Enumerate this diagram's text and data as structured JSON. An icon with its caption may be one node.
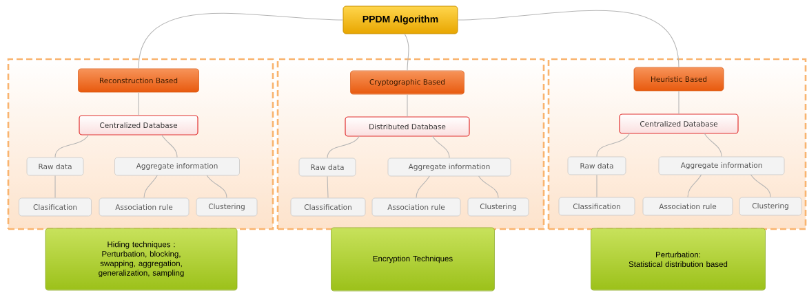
{
  "diagram": {
    "nodes": [
      {
        "text": [
          "PPDM Algorithm"
        ]
      },
      {
        "text": [],
        "shape": "box"
      },
      {
        "text": [
          "Reconstruction Based"
        ],
        "in": 1
      },
      {
        "text": [
          "Centralized Database"
        ],
        "in": 1
      },
      {
        "text": [
          "Raw data"
        ],
        "in": 1
      },
      {
        "text": [
          "Aggregate information"
        ],
        "in": 1
      },
      {
        "text": [
          "Clasification"
        ],
        "in": 1
      },
      {
        "text": [
          "Association rule"
        ],
        "in": 1
      },
      {
        "text": [
          "Clustering"
        ],
        "in": 1
      },
      {
        "text": [
          "Hiding techniques :",
          "Perturbation, blocking, swapping, aggregation, generalization, sampling"
        ]
      },
      {
        "text": [],
        "shape": "box"
      },
      {
        "text": [
          "Cryptographic Based"
        ],
        "in": 10
      },
      {
        "text": [
          "Distributed Database"
        ],
        "in": 10
      },
      {
        "text": [
          "Raw data"
        ],
        "in": 10
      },
      {
        "text": [
          "Aggregate information"
        ],
        "in": 10
      },
      {
        "text": [
          "Classification"
        ],
        "in": 10
      },
      {
        "text": [
          "Association rule"
        ],
        "in": 10
      },
      {
        "text": [
          "Clustering"
        ],
        "in": 10
      },
      {
        "text": [
          "Encryption Techniques"
        ]
      },
      {
        "text": [],
        "shape": "box"
      },
      {
        "text": [
          "Heuristic Based"
        ],
        "in": 19
      },
      {
        "text": [
          "Centralized Database"
        ],
        "in": 19
      },
      {
        "text": [
          "Raw data"
        ],
        "in": 19
      },
      {
        "text": [
          "Aggregate information"
        ],
        "in": 19
      },
      {
        "text": [
          "Classification"
        ],
        "in": 19
      },
      {
        "text": [
          "Association rule"
        ],
        "in": 19
      },
      {
        "text": [
          "Clustering"
        ],
        "in": 19
      },
      {
        "text": [
          "Perturbation:",
          "Statistical distribution based"
        ]
      }
    ],
    "edges": [
      {
        "from": 0,
        "to": 2,
        "arrow": "none"
      },
      {
        "from": 2,
        "to": 3,
        "arrow": "none"
      },
      {
        "from": 3,
        "to": 4,
        "arrow": "none"
      },
      {
        "from": 3,
        "to": 5,
        "arrow": "none"
      },
      {
        "from": 4,
        "to": 6,
        "arrow": "none"
      },
      {
        "from": 5,
        "to": 7,
        "arrow": "none"
      },
      {
        "from": 5,
        "to": 8,
        "arrow": "none"
      },
      {
        "from": 0,
        "to": 11,
        "arrow": "none"
      },
      {
        "from": 11,
        "to": 12,
        "arrow": "none"
      },
      {
        "from": 12,
        "to": 13,
        "arrow": "none"
      },
      {
        "from": 12,
        "to": 14,
        "arrow": "none"
      },
      {
        "from": 13,
        "to": 15,
        "arrow": "none"
      },
      {
        "from": 14,
        "to": 16,
        "arrow": "none"
      },
      {
        "from": 14,
        "to": 17,
        "arrow": "none"
      },
      {
        "from": 0,
        "to": 20,
        "arrow": "none"
      },
      {
        "from": 20,
        "to": 21,
        "arrow": "none"
      },
      {
        "from": 21,
        "to": 22,
        "arrow": "none"
      },
      {
        "from": 21,
        "to": 23,
        "arrow": "none"
      },
      {
        "from": 22,
        "to": 24,
        "arrow": "none"
      },
      {
        "from": 23,
        "to": 25,
        "arrow": "none"
      },
      {
        "from": 23,
        "to": 26,
        "arrow": "none"
      }
    ]
  }
}
